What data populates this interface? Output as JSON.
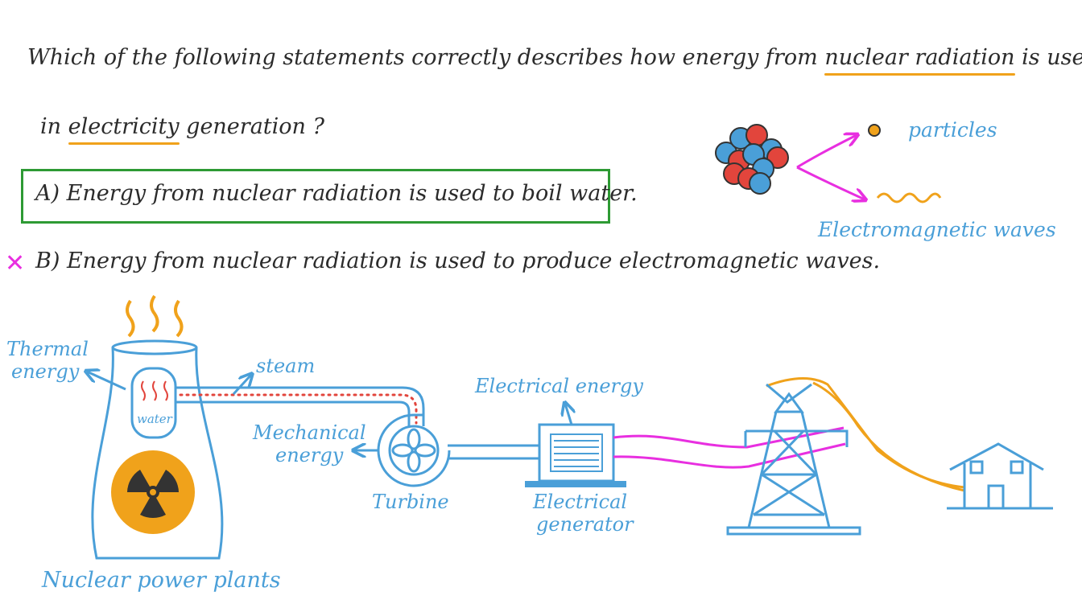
{
  "question": {
    "line1_before": "Which of the following statements correctly describes how energy from ",
    "line1_highlight": "nuclear radiation",
    "line1_after": " is used",
    "line2_before": "in ",
    "line2_highlight": "electricity",
    "line2_after": " generation ?"
  },
  "options": {
    "a": "A) Energy from nuclear radiation is used to boil water.",
    "b": "B) Energy from nuclear radiation is used to produce electromagnetic waves.",
    "wrong_mark": "✕"
  },
  "labels": {
    "particles": "particles",
    "em_waves": "Electromagnetic waves",
    "thermal_line1": "Thermal",
    "thermal_line2": "energy",
    "steam": "steam",
    "water": "water",
    "mechanical_line1": "Mechanical",
    "mechanical_line2": "energy",
    "turbine": "Turbine",
    "electrical_energy": "Electrical energy",
    "generator_line1": "Electrical",
    "generator_line2": "generator",
    "power_plant": "Nuclear power plants"
  },
  "colors": {
    "diagram_blue": "#4a9fd8",
    "highlight_orange": "#f0a21b",
    "correct_green": "#2e9a34",
    "wrong_magenta": "#e82fe0",
    "proton_red": "#e2453c",
    "neutron_blue": "#4a9fd8"
  }
}
